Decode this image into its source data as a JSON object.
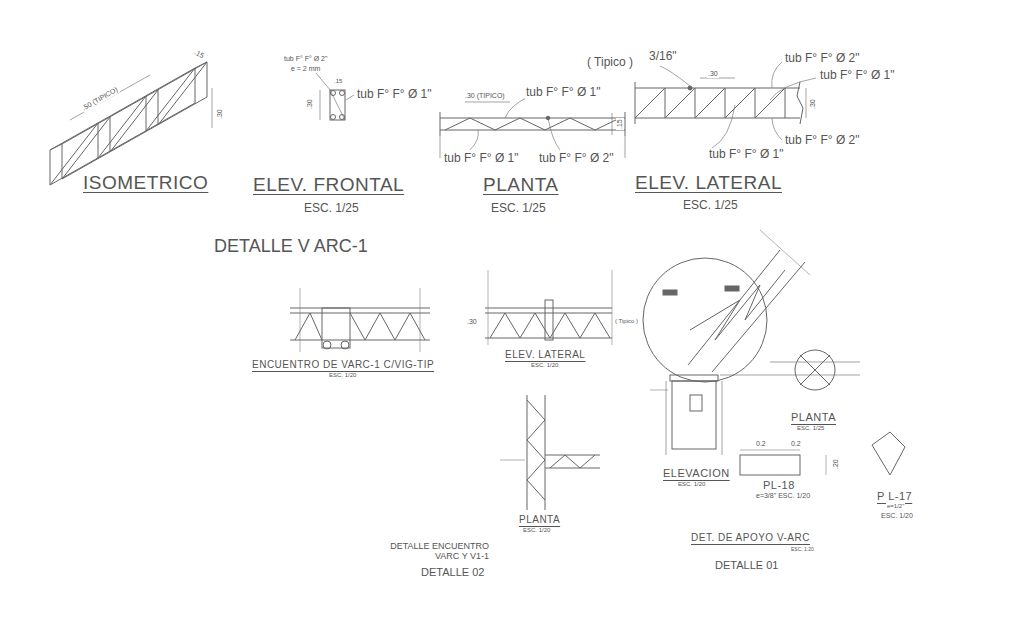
{
  "diagram": {
    "labels": [
      "ISOMETRICO",
      ".50 (TIPICO)",
      ".15",
      ".30",
      "tub F° F° Ø 2\"",
      "e = 2 mm",
      ".30",
      ".15",
      "tub F° F° Ø 1\"",
      "ELEV. FRONTAL",
      "ESC. 1/25",
      ".30 (TIPICO)",
      "tub F° F° Ø 1\"",
      ".15",
      "tub F° F° Ø 1\"",
      "tub F° F° Ø 2\"",
      "PLANTA",
      "ESC. 1/25",
      "( Tipico )",
      "3/16\"",
      ".30",
      "tub F° F° Ø 2\"",
      "tub F° F° Ø 1\"",
      ".30",
      "tub F° F° Ø 2\"",
      "tub F° F° Ø 1\"",
      "ELEV. LATERAL",
      "ESC. 1/25",
      "DETALLE V ARC-1",
      "ENCUENTRO DE VARC-1 C/VIG-TIP",
      "ESC. 1/20",
      "ELEV. LATERAL",
      "ESC. 1/20",
      "PLANTA",
      "ESC. 1/20",
      "DETALLE ENCUENTRO VARC Y V1-1",
      "DETALLE 02",
      "ELEVACION",
      "ESC. 1/20",
      "PLANTA",
      "ESC. 1/25",
      "PL-18",
      "e=3/8\" ESC. 1/20",
      "P L-17",
      "e=1/2\"",
      "ESC. 1/20",
      "DET. DE APOYO V-ARC",
      "ESC. 1:20",
      "DETALLE 01",
      "0.2",
      "0.2",
      ".20",
      ".30",
      "( Tipico )"
    ]
  }
}
